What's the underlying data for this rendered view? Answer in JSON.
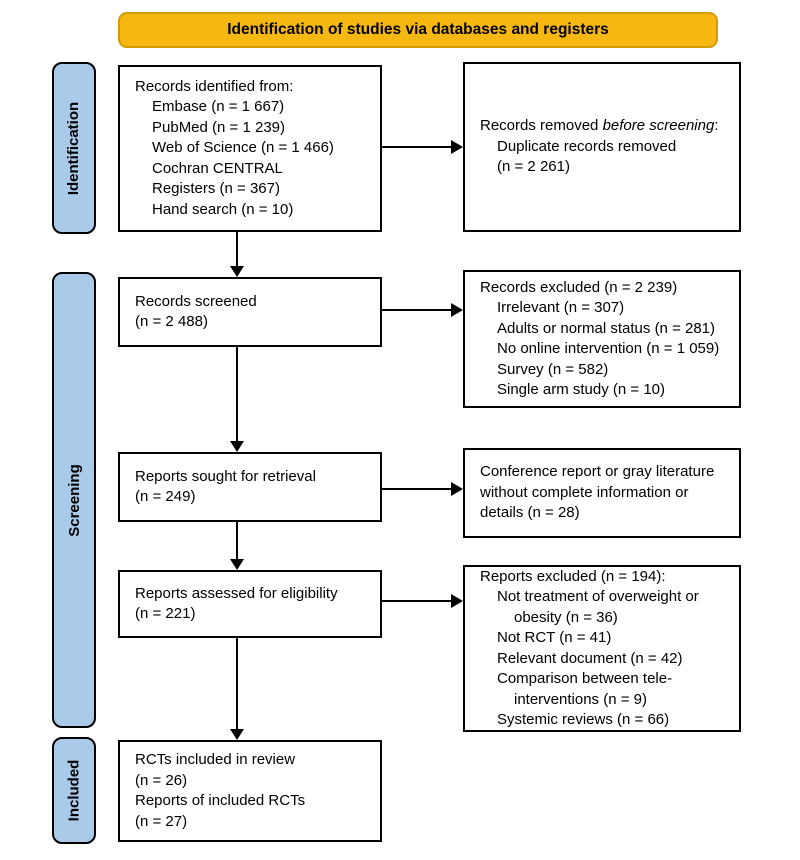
{
  "title": "Identification of studies via databases and registers",
  "colors": {
    "banner_fill": "#F7B711",
    "banner_border": "#D29B00",
    "stage_fill": "#A9CBE9"
  },
  "stages": {
    "identification": "Identification",
    "screening": "Screening",
    "included": "Included"
  },
  "boxes": {
    "records_identified": {
      "lines": [
        {
          "t": "Records identified from:",
          "i": 0
        },
        {
          "t": "Embase (n = 1 667)",
          "i": 1
        },
        {
          "t": "PubMed (n = 1 239)",
          "i": 1
        },
        {
          "t": "Web of Science (n = 1 466)",
          "i": 1
        },
        {
          "t": "Cochran CENTRAL",
          "i": 1
        },
        {
          "t": "Registers (n = 367)",
          "i": 1
        },
        {
          "t": "Hand search (n = 10)",
          "i": 1
        }
      ]
    },
    "records_removed": {
      "heading_prefix": "Records removed ",
      "heading_italic": "before screening",
      "heading_suffix": ":",
      "lines": [
        {
          "t": "Duplicate records removed",
          "i": 1
        },
        {
          "t": "(n = 2 261)",
          "i": 1
        }
      ]
    },
    "records_screened": {
      "lines": [
        {
          "t": "Records screened",
          "i": 0
        },
        {
          "t": "(n = 2 488)",
          "i": 0
        }
      ]
    },
    "records_excluded": {
      "lines": [
        {
          "t": "Records excluded (n = 2 239)",
          "i": 0
        },
        {
          "t": "Irrelevant (n = 307)",
          "i": 1
        },
        {
          "t": "Adults or normal status (n = 281)",
          "i": 1
        },
        {
          "t": "No online intervention (n = 1 059)",
          "i": 1
        },
        {
          "t": "Survey (n = 582)",
          "i": 1
        },
        {
          "t": "Single arm study (n = 10)",
          "i": 1
        }
      ]
    },
    "reports_sought": {
      "lines": [
        {
          "t": "Reports sought for retrieval",
          "i": 0
        },
        {
          "t": "(n = 249)",
          "i": 0
        }
      ]
    },
    "conference_excluded": {
      "text": "Conference report or gray literature without complete information or details (n = 28)"
    },
    "reports_assessed": {
      "lines": [
        {
          "t": "Reports assessed for eligibility",
          "i": 0
        },
        {
          "t": "(n = 221)",
          "i": 0
        }
      ]
    },
    "reports_excluded": {
      "lines": [
        {
          "t": "Reports excluded (n = 194):",
          "i": 0
        },
        {
          "t": "Not treatment of overweight or",
          "i": 1
        },
        {
          "t": "obesity (n = 36)",
          "i": 2
        },
        {
          "t": "Not RCT (n = 41)",
          "i": 1
        },
        {
          "t": "Relevant document (n = 42)",
          "i": 1
        },
        {
          "t": "Comparison between tele-",
          "i": 1
        },
        {
          "t": "interventions (n = 9)",
          "i": 2
        },
        {
          "t": "Systemic reviews (n = 66)",
          "i": 1
        }
      ]
    },
    "included": {
      "lines": [
        {
          "t": "RCTs included in review",
          "i": 0
        },
        {
          "t": "(n = 26)",
          "i": 0
        },
        {
          "t": "Reports of included RCTs",
          "i": 0
        },
        {
          "t": "(n = 27)",
          "i": 0
        }
      ]
    }
  }
}
